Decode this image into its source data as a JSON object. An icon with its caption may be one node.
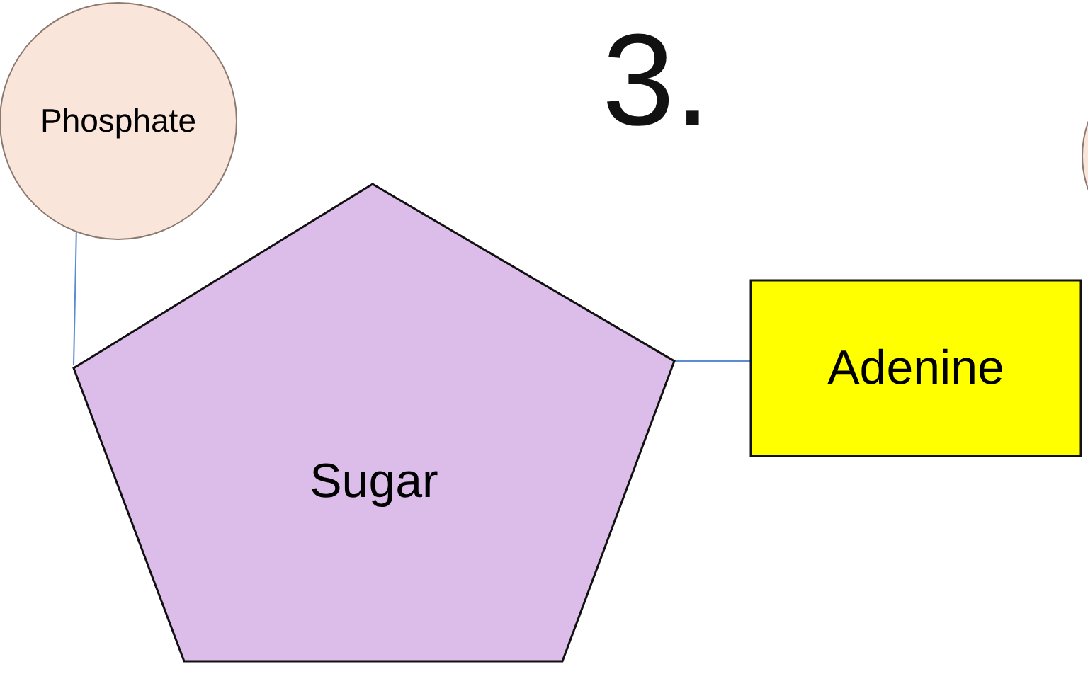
{
  "diagram": {
    "title": "3.",
    "nodes": [
      {
        "text": [
          "Phosphate"
        ]
      },
      {
        "text": [
          "Sugar"
        ]
      },
      {
        "text": [
          "Adenine"
        ]
      },
      {
        "text": [],
        "shape": "circle"
      }
    ],
    "edges": [
      {
        "from": 0,
        "to": 1,
        "arrow": "none"
      },
      {
        "from": 1,
        "to": 2,
        "arrow": "none"
      }
    ]
  }
}
